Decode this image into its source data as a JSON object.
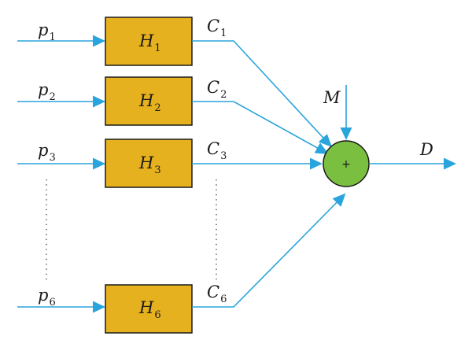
{
  "colors": {
    "wire": "#2aa4dc",
    "block": "#e6b11f",
    "adder": "#7bbf41"
  },
  "inputs": [
    {
      "symbol": "p",
      "sub": "1"
    },
    {
      "symbol": "p",
      "sub": "2"
    },
    {
      "symbol": "p",
      "sub": "3"
    },
    {
      "symbol": "p",
      "sub": "6"
    }
  ],
  "blocks": [
    {
      "symbol": "H",
      "sub": "1"
    },
    {
      "symbol": "H",
      "sub": "2"
    },
    {
      "symbol": "H",
      "sub": "3"
    },
    {
      "symbol": "H",
      "sub": "6"
    }
  ],
  "outputs": [
    {
      "symbol": "C",
      "sub": "1"
    },
    {
      "symbol": "C",
      "sub": "2"
    },
    {
      "symbol": "C",
      "sub": "3"
    },
    {
      "symbol": "C",
      "sub": "6"
    }
  ],
  "summer": {
    "sign": "+",
    "extra_input": "M",
    "output": "D"
  }
}
